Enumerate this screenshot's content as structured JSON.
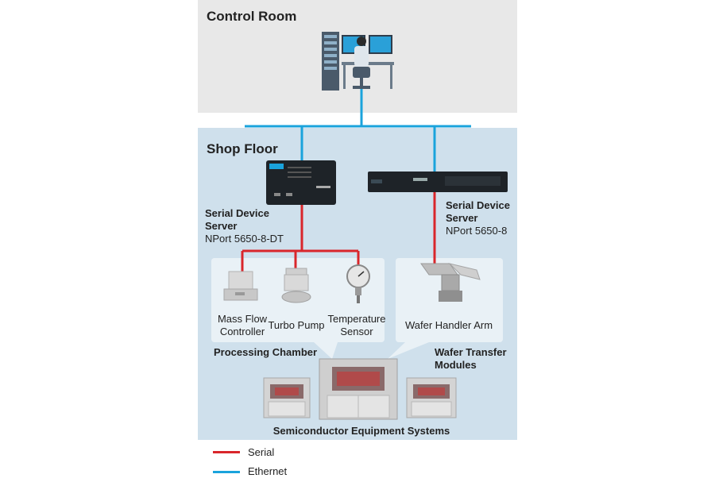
{
  "control_room": {
    "title": "Control Room"
  },
  "shop_floor": {
    "title": "Shop Floor"
  },
  "devices": {
    "server_dt": {
      "line1": "Serial Device",
      "line2": "Server",
      "model": "NPort 5650-8-DT"
    },
    "server_rack": {
      "line1": "Serial Device",
      "line2": "Server",
      "model": "NPort 5650-8"
    }
  },
  "processing_chamber": {
    "title": "Processing Chamber",
    "items": [
      {
        "label_line1": "Mass Flow",
        "label_line2": "Controller"
      },
      {
        "label_line1": "Turbo Pump",
        "label_line2": ""
      },
      {
        "label_line1": "Temperature",
        "label_line2": "Sensor"
      }
    ]
  },
  "wafer_transfer": {
    "title_line1": "Wafer Transfer",
    "title_line2": "Modules",
    "item": "Wafer Handler Arm"
  },
  "equipment": {
    "title": "Semiconductor Equipment Systems"
  },
  "legend": {
    "items": [
      {
        "label": "Serial",
        "color": "#d9262b"
      },
      {
        "label": "Ethernet",
        "color": "#1aa3dc"
      }
    ]
  },
  "colors": {
    "serial": "#d9262b",
    "ethernet": "#1aa3dc"
  }
}
